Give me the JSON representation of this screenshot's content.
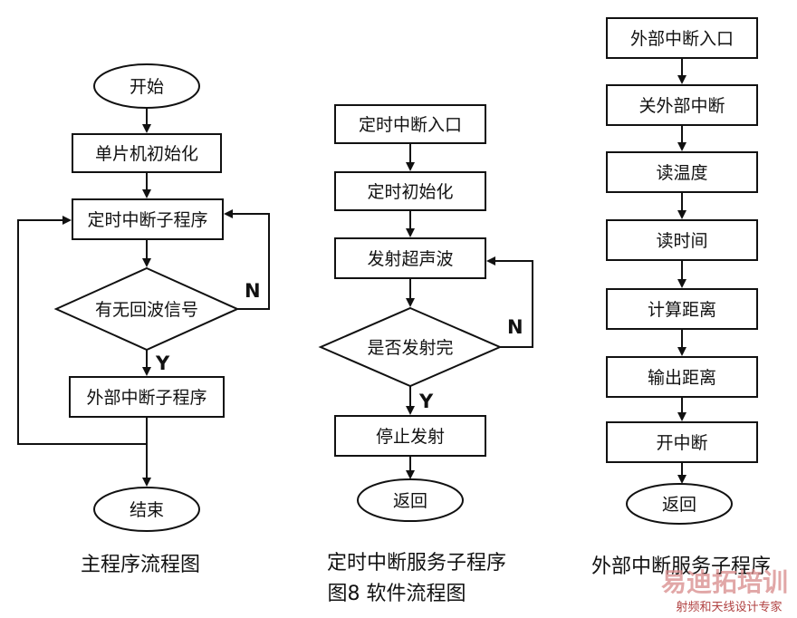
{
  "main": {
    "start": "开始",
    "init": "单片机初始化",
    "timer_sub": "定时中断子程序",
    "echo_check": "有无回波信号",
    "ext_sub": "外部中断子程序",
    "end": "结束",
    "no_label": "N",
    "yes_label": "Y",
    "caption": "主程序流程图"
  },
  "timer": {
    "entry": "定时中断入口",
    "init": "定时初始化",
    "emit": "发射超声波",
    "emit_done_check": "是否发射完",
    "stop": "停止发射",
    "return": "返回",
    "no_label": "N",
    "yes_label": "Y",
    "caption": "定时中断服务子程序"
  },
  "external": {
    "entry": "外部中断入口",
    "disable": "关外部中断",
    "read_temp": "读温度",
    "read_time": "读时间",
    "calc": "计算距离",
    "output": "输出距离",
    "enable": "开中断",
    "return": "返回",
    "caption": "外部中断服务子程序"
  },
  "figure_caption": "图8  软件流程图",
  "watermark": {
    "brand": "易迪拓培训",
    "tagline": "射频和天线设计专家"
  }
}
